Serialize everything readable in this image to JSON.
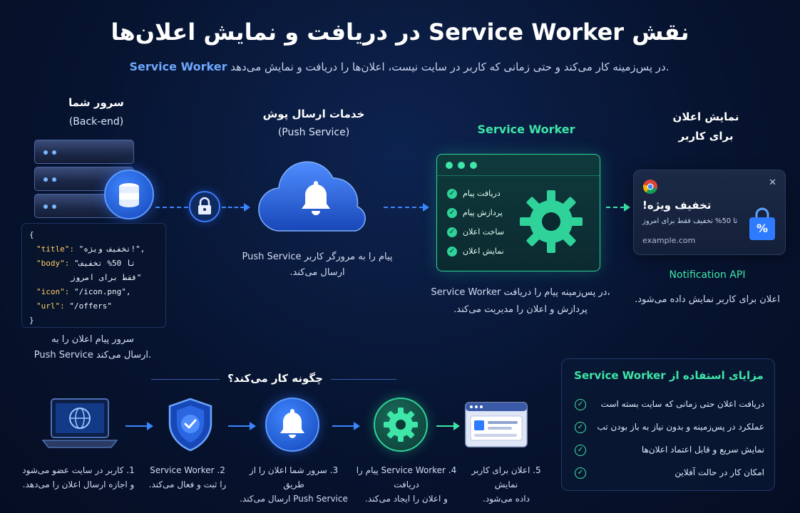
{
  "header": {
    "title": "نقش Service Worker در دریافت و نمایش اعلان‌ها",
    "subtitle_highlight": "Service Worker",
    "subtitle_rest": "در پس‌زمینه کار می‌کند و حتی زمانی که کاربر در سایت نیست، اعلان‌ها را دریافت و نمایش می‌دهد."
  },
  "server": {
    "title": "سرور شما",
    "subtitle": "(Back-end)",
    "icon": "database-icon",
    "code_lines": [
      {
        "key": "\"title\": ",
        "value": "\"تخفیف ویژه!\","
      },
      {
        "key": "\"body\": ",
        "value": "\"تا 50% تخفیف"
      },
      {
        "key": "",
        "value": "فقط برای امروز\""
      },
      {
        "key": "\"icon\": ",
        "value": "\"/icon.png\","
      },
      {
        "key": "\"url\": ",
        "value": "\"/offers\""
      }
    ],
    "code_open": "{",
    "code_close": "}",
    "desc_1": "سرور پیام اعلان را به",
    "desc_2": "Push Service ارسال می‌کند."
  },
  "push_service": {
    "title": "خدمات ارسال پوش",
    "subtitle": "(Push Service)",
    "icon": "bell-icon",
    "desc_1": "Push Service پیام را به مرورگر کاربر",
    "desc_2": "ارسال می‌کند."
  },
  "service_worker": {
    "title": "Service Worker",
    "icon": "gear-icon",
    "items": [
      "دریافت پیام",
      "پردازش پیام",
      "ساخت اعلان",
      "نمایش اعلان"
    ],
    "desc_1": "Service Worker در پس‌زمینه پیام را دریافت،",
    "desc_2": "پردازش و اعلان را مدیریت می‌کند."
  },
  "notification": {
    "title_1": "نمایش اعلان",
    "title_2": "برای کاربر",
    "card_title": "تخفیف ویژه!",
    "card_body": "تا 50% تخفیف فقط برای امروز",
    "card_domain": "example.com",
    "close_symbol": "✕",
    "badge_symbol": "%",
    "api_label": "Notification API",
    "desc": "اعلان برای کاربر نمایش داده می‌شود."
  },
  "how": {
    "title": "چگونه کار می‌کند؟",
    "steps": [
      {
        "icon": "laptop-globe-icon",
        "line1": "1. کاربر در سایت عضو می‌شود",
        "line2": "و اجازه ارسال اعلان را می‌دهد."
      },
      {
        "icon": "shield-check-icon",
        "line1": "2. Service Worker",
        "line2": "را ثبت و فعال می‌کند."
      },
      {
        "icon": "bell-icon",
        "line1": "3. سرور شما اعلان را از طریق",
        "line2": "Push Service ارسال می‌کند."
      },
      {
        "icon": "gear-icon",
        "line1": "4. Service Worker پیام را دریافت",
        "line2": "و اعلان را ایجاد می‌کند."
      },
      {
        "icon": "browser-window-icon",
        "line1": "5. اعلان برای کاربر نمایش",
        "line2": "داده می‌شود."
      }
    ]
  },
  "benefits": {
    "title": "مزایای استفاده از Service Worker",
    "items": [
      "دریافت اعلان حتی زمانی که سایت بسته است",
      "عملکرد در پس‌زمینه و بدون نیاز به باز بودن تب",
      "نمایش سریع و قابل اعتماد اعلان‌ها",
      "امکان کار در حالت آفلاین"
    ]
  },
  "colors": {
    "accent_blue": "#3a86ff",
    "accent_green": "#3ee6a8",
    "background": "#071430"
  }
}
